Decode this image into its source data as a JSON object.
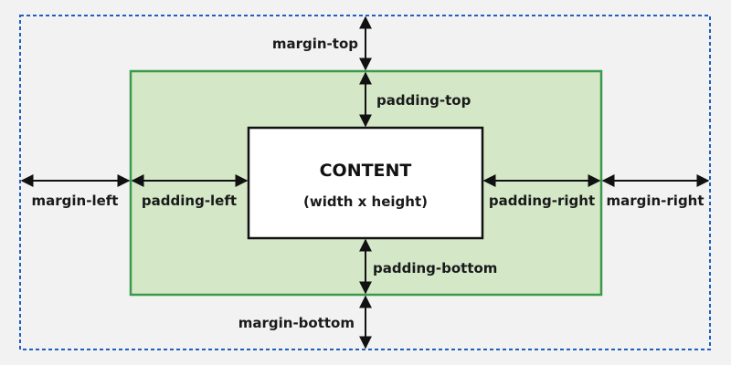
{
  "colors": {
    "background": "#f2f2f2",
    "margin_border": "#1f5fbf",
    "padding_fill": "#d4e8c8",
    "padding_border": "#3a9a4a",
    "content_fill": "#ffffff",
    "content_border": "#111111",
    "arrow": "#111111"
  },
  "content": {
    "title": "CONTENT",
    "subtitle": "(width x height)"
  },
  "labels": {
    "margin_top": "margin-top",
    "margin_bottom": "margin-bottom",
    "margin_left": "margin-left",
    "margin_right": "margin-right",
    "padding_top": "padding-top",
    "padding_bottom": "padding-bottom",
    "padding_left": "padding-left",
    "padding_right": "padding-right"
  }
}
